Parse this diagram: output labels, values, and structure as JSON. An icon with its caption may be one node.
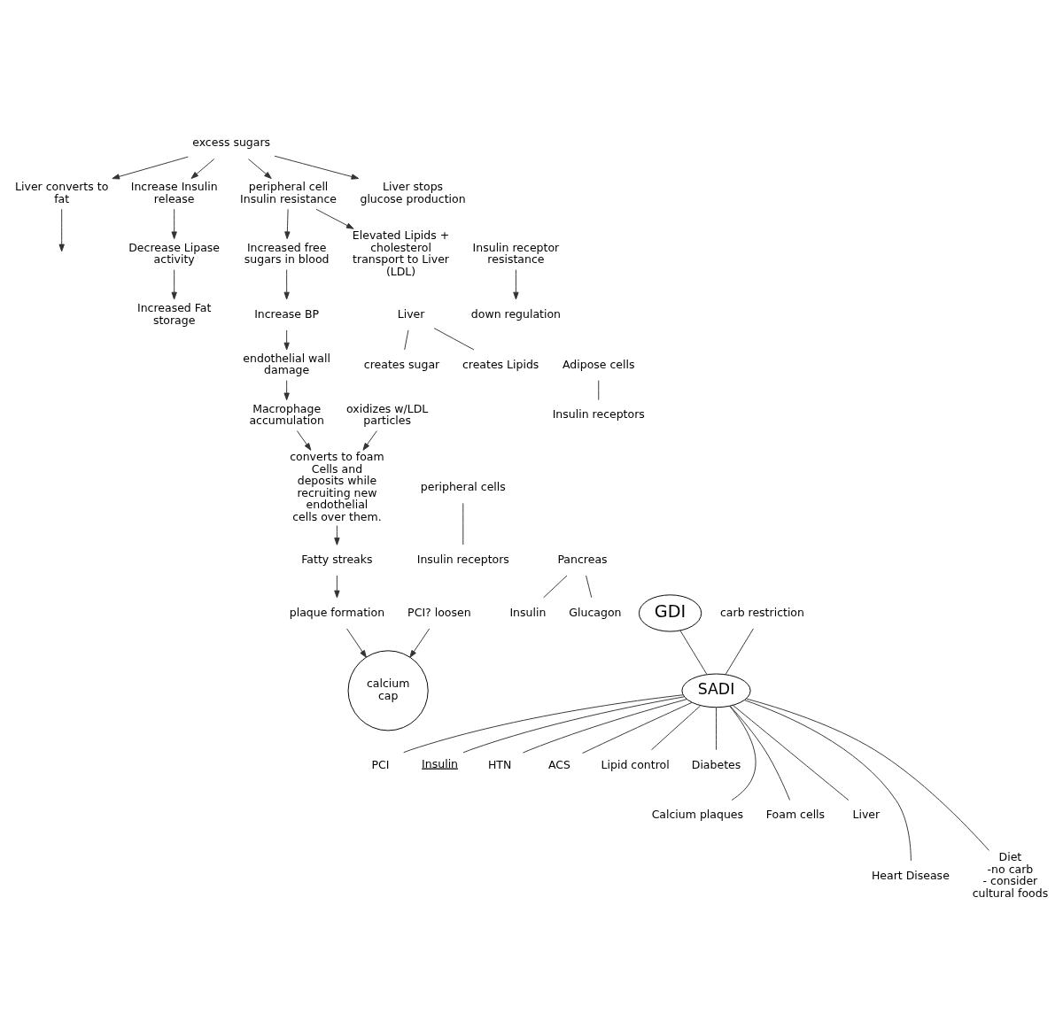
{
  "diagram": {
    "nodes": [
      {
        "text": [
          "excess sugars"
        ]
      },
      {
        "text": [
          "Liver converts to fat"
        ]
      },
      {
        "text": [
          "Increase Insulin release"
        ]
      },
      {
        "text": [
          "Decrease Lipase activity"
        ]
      },
      {
        "text": [
          "Increased Fat storage"
        ]
      },
      {
        "text": [
          "peripheral cell Insulin resistance"
        ]
      },
      {
        "text": [
          "Increased free sugars in blood"
        ]
      },
      {
        "text": [
          "Increase BP"
        ]
      },
      {
        "text": [
          "Liver stops glucose production"
        ]
      },
      {
        "text": [
          "Elevated Lipids + cholesterol transport to Liver (LDL)"
        ]
      },
      {
        "text": [
          "endothelial wall damage"
        ]
      },
      {
        "text": [
          "Liver"
        ]
      },
      {
        "text": [
          "creates sugar"
        ]
      },
      {
        "text": [
          "creates Lipids"
        ]
      },
      {
        "text": [
          "Adipose cells"
        ]
      },
      {
        "text": [
          "Insulin receptors"
        ]
      },
      {
        "text": [
          "peripheral cells"
        ]
      },
      {
        "text": [
          "Insulin receptors"
        ]
      },
      {
        "text": [
          "Pancreas"
        ]
      },
      {
        "text": [
          "Insulin"
        ]
      },
      {
        "text": [
          "Glucagon"
        ]
      },
      {
        "text": [
          "Insulin receptor resistance"
        ]
      },
      {
        "text": [
          "down regulation"
        ]
      },
      {
        "text": [
          "Macrophage accumulation"
        ]
      },
      {
        "text": [
          "calcium cap"
        ]
      },
      {
        "text": [
          "plaque formation"
        ]
      },
      {
        "text": [
          "PCI? loosen"
        ]
      },
      {
        "text": [
          "converts to foam Cells and deposits while recruiting new endothelial cells over them."
        ]
      },
      {
        "text": [
          "Fatty streaks"
        ]
      },
      {
        "text": [
          "oxidizes w/LDL particles"
        ]
      },
      {
        "text": [
          "GDI"
        ]
      },
      {
        "text": [
          "carb restriction"
        ]
      },
      {
        "text": [
          "PCI"
        ]
      },
      {
        "text": [
          "SADI"
        ]
      },
      {
        "text": [
          "Insulin"
        ]
      },
      {
        "text": [
          "HTN"
        ]
      },
      {
        "text": [
          "ACS"
        ]
      },
      {
        "text": [
          "Lipid control"
        ]
      },
      {
        "text": [
          "Diabetes"
        ]
      },
      {
        "text": [
          "Calcium plaques"
        ]
      },
      {
        "text": [
          "Foam cells"
        ]
      },
      {
        "text": [
          "Liver"
        ]
      },
      {
        "text": [
          "Heart Disease"
        ]
      },
      {
        "text": [
          "Diet",
          "-no carb",
          "- consider cultural foods"
        ]
      }
    ],
    "edges": [
      {
        "from": 0,
        "to": 1,
        "arrow": "to"
      },
      {
        "from": 1,
        "to": null,
        "arrow": "to"
      },
      {
        "from": 0,
        "to": 2,
        "arrow": "to"
      },
      {
        "from": 0,
        "to": 5,
        "arrow": "to"
      },
      {
        "from": 0,
        "to": 8,
        "arrow": "to"
      },
      {
        "from": 2,
        "to": 3,
        "arrow": "to"
      },
      {
        "from": 3,
        "to": 4,
        "arrow": "to"
      },
      {
        "from": 5,
        "to": 6,
        "arrow": "to"
      },
      {
        "from": 5,
        "to": 9,
        "arrow": "to"
      },
      {
        "from": 6,
        "to": 7,
        "arrow": "to"
      },
      {
        "from": 7,
        "to": 10,
        "arrow": "to"
      },
      {
        "from": 10,
        "to": 23,
        "arrow": "to"
      },
      {
        "from": 23,
        "to": 27,
        "arrow": "to"
      },
      {
        "from": 29,
        "to": 27,
        "arrow": "to"
      },
      {
        "from": 27,
        "to": 28,
        "arrow": "to"
      },
      {
        "from": 28,
        "to": 25,
        "arrow": "to"
      },
      {
        "from": 25,
        "to": 24,
        "arrow": "to"
      },
      {
        "from": 26,
        "to": 24,
        "arrow": "to"
      },
      {
        "from": 21,
        "to": 22,
        "arrow": "to"
      },
      {
        "from": 11,
        "to": 12,
        "arrow": "none"
      },
      {
        "from": 11,
        "to": 13,
        "arrow": "none"
      },
      {
        "from": 14,
        "to": 15,
        "arrow": "none"
      },
      {
        "from": 16,
        "to": 17,
        "arrow": "none"
      },
      {
        "from": 18,
        "to": 19,
        "arrow": "none"
      },
      {
        "from": 18,
        "to": 20,
        "arrow": "none"
      },
      {
        "from": 33,
        "to": 30,
        "arrow": "none"
      },
      {
        "from": 33,
        "to": 31,
        "arrow": "none"
      },
      {
        "from": 33,
        "to": 32,
        "arrow": "none"
      },
      {
        "from": 33,
        "to": 34,
        "arrow": "none"
      },
      {
        "from": 33,
        "to": 35,
        "arrow": "none"
      },
      {
        "from": 33,
        "to": 36,
        "arrow": "none"
      },
      {
        "from": 33,
        "to": 37,
        "arrow": "none"
      },
      {
        "from": 33,
        "to": 38,
        "arrow": "none"
      },
      {
        "from": 33,
        "to": 39,
        "arrow": "none"
      },
      {
        "from": 33,
        "to": 40,
        "arrow": "none"
      },
      {
        "from": 33,
        "to": 41,
        "arrow": "none"
      },
      {
        "from": 33,
        "to": 42,
        "arrow": "none"
      },
      {
        "from": 33,
        "to": 43,
        "arrow": "none"
      }
    ]
  }
}
